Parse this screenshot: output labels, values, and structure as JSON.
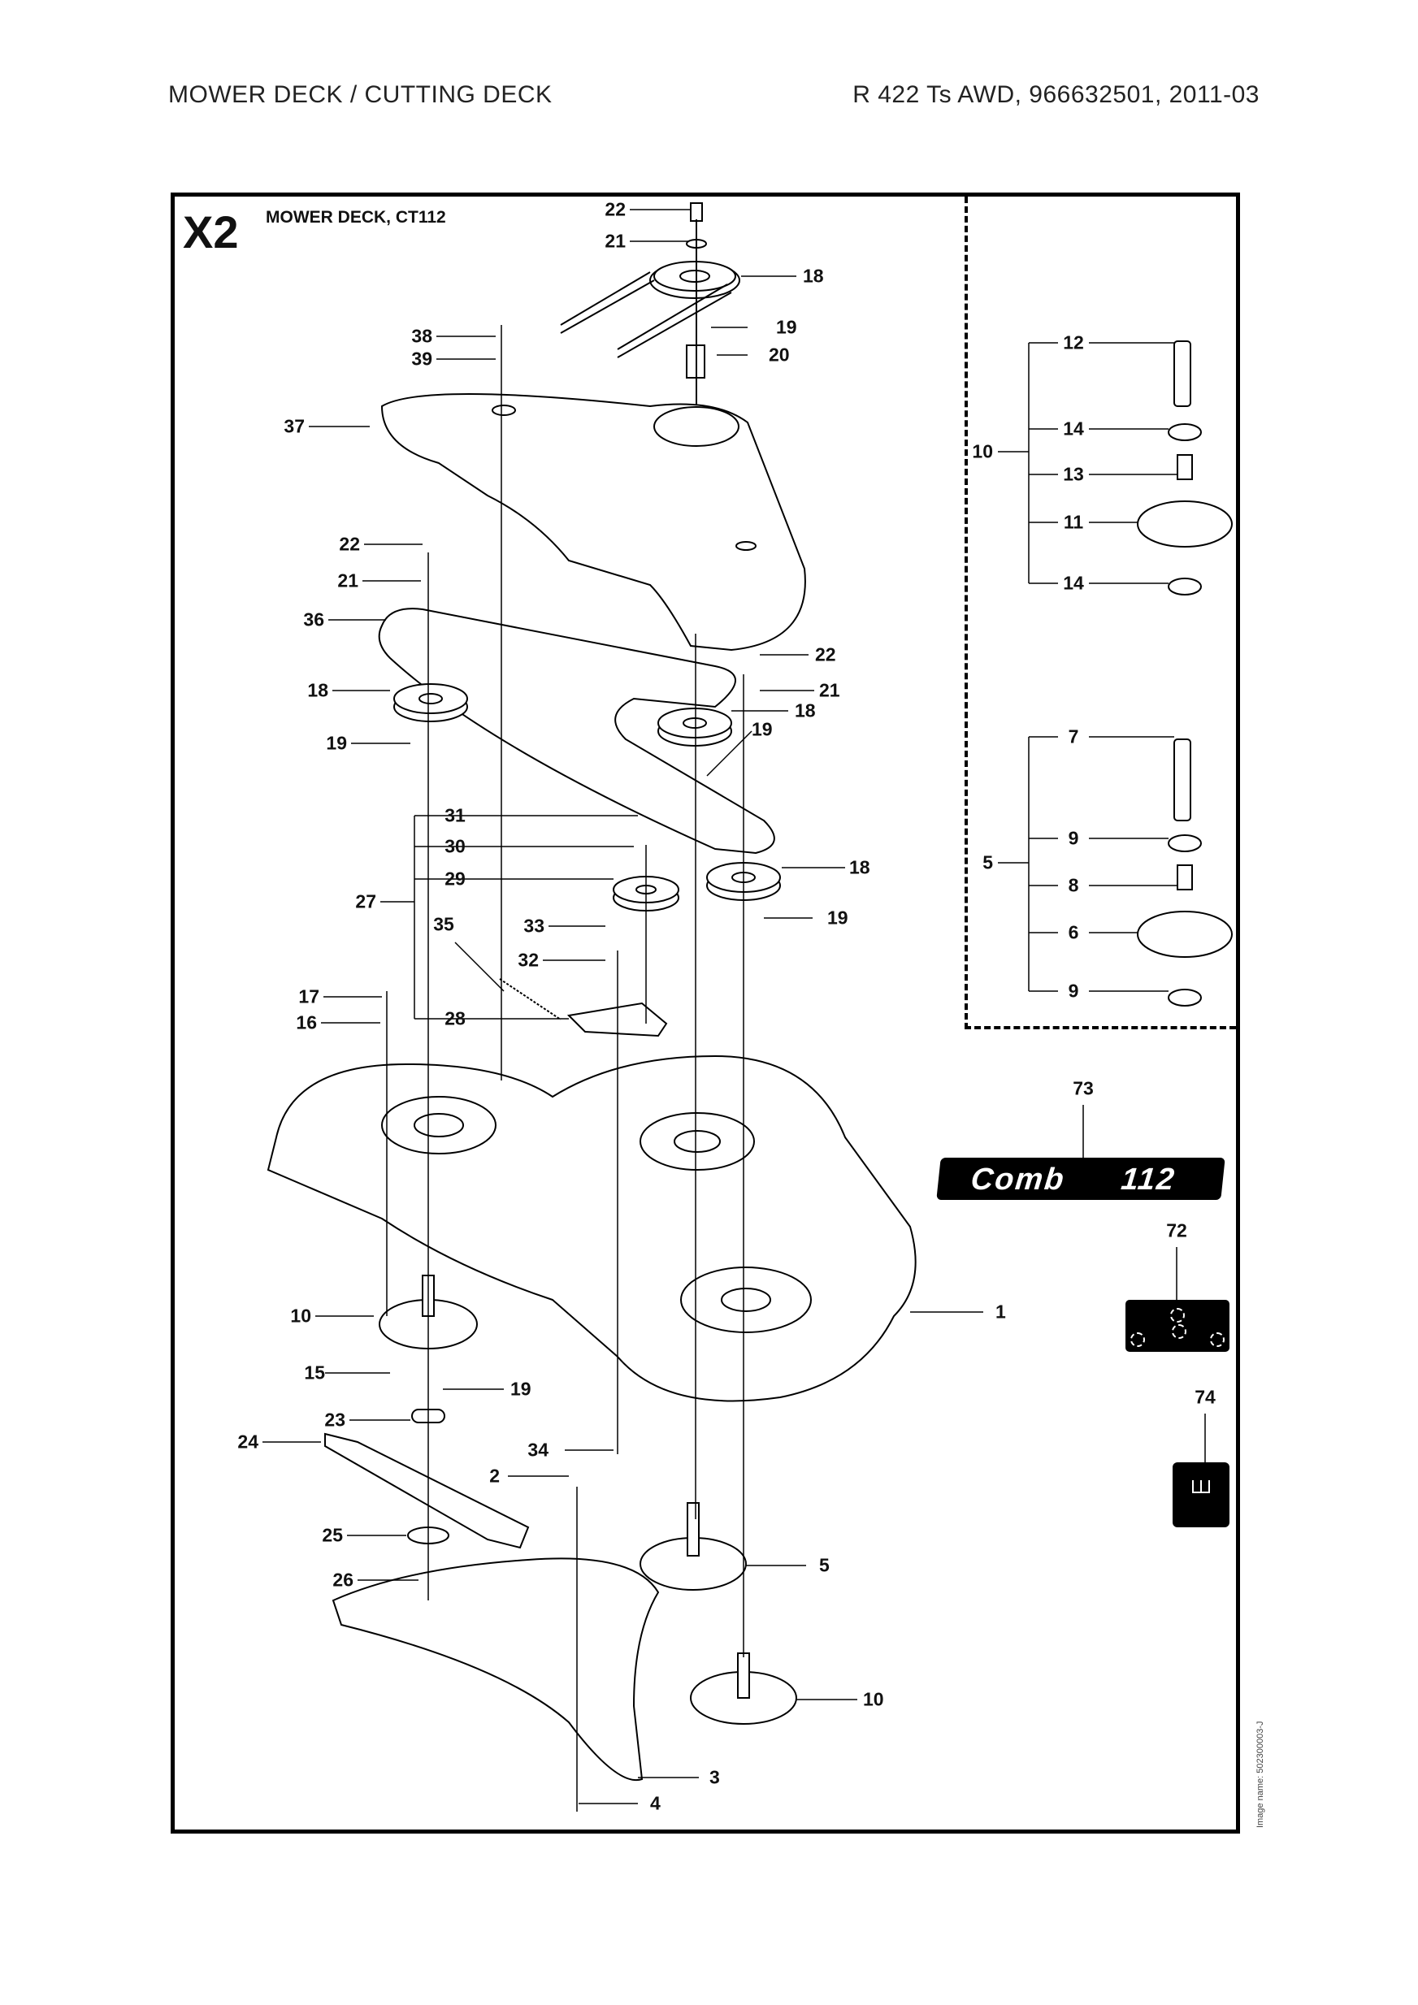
{
  "header": {
    "left_title": "MOWER DECK / CUTTING DECK",
    "right_title": "R 422 Ts AWD, 966632501, 2011-03"
  },
  "section": {
    "code": "X2",
    "title": "MOWER DECK, CT112"
  },
  "callouts": [
    {
      "id": "c22a",
      "label": "22"
    },
    {
      "id": "c21a",
      "label": "21"
    },
    {
      "id": "c18a",
      "label": "18"
    },
    {
      "id": "c19a",
      "label": "19"
    },
    {
      "id": "c20",
      "label": "20"
    },
    {
      "id": "c38",
      "label": "38"
    },
    {
      "id": "c39",
      "label": "39"
    },
    {
      "id": "c37",
      "label": "37"
    },
    {
      "id": "c22b",
      "label": "22"
    },
    {
      "id": "c21b",
      "label": "21"
    },
    {
      "id": "c36",
      "label": "36"
    },
    {
      "id": "c18b",
      "label": "18"
    },
    {
      "id": "c19b",
      "label": "19"
    },
    {
      "id": "c22c",
      "label": "22"
    },
    {
      "id": "c21c",
      "label": "21"
    },
    {
      "id": "c18c",
      "label": "18"
    },
    {
      "id": "c19c",
      "label": "19"
    },
    {
      "id": "c31",
      "label": "31"
    },
    {
      "id": "c30",
      "label": "30"
    },
    {
      "id": "c29",
      "label": "29"
    },
    {
      "id": "c27",
      "label": "27"
    },
    {
      "id": "c35",
      "label": "35"
    },
    {
      "id": "c33",
      "label": "33"
    },
    {
      "id": "c32",
      "label": "32"
    },
    {
      "id": "c17",
      "label": "17"
    },
    {
      "id": "c16",
      "label": "16"
    },
    {
      "id": "c28",
      "label": "28"
    },
    {
      "id": "c18d",
      "label": "18"
    },
    {
      "id": "c19d",
      "label": "19"
    },
    {
      "id": "c10a",
      "label": "10"
    },
    {
      "id": "c15",
      "label": "15"
    },
    {
      "id": "c19e",
      "label": "19"
    },
    {
      "id": "c23",
      "label": "23"
    },
    {
      "id": "c24",
      "label": "24"
    },
    {
      "id": "c34",
      "label": "34"
    },
    {
      "id": "c2",
      "label": "2"
    },
    {
      "id": "c25",
      "label": "25"
    },
    {
      "id": "c26",
      "label": "26"
    },
    {
      "id": "c1",
      "label": "1"
    },
    {
      "id": "c5a",
      "label": "5"
    },
    {
      "id": "c10b",
      "label": "10"
    },
    {
      "id": "c3",
      "label": "3"
    },
    {
      "id": "c4",
      "label": "4"
    },
    {
      "id": "c73",
      "label": "73"
    },
    {
      "id": "c72",
      "label": "72"
    },
    {
      "id": "c74",
      "label": "74"
    }
  ],
  "kits": [
    {
      "label": "10",
      "items": [
        "12",
        "14",
        "13",
        "11",
        "14"
      ]
    },
    {
      "label": "5",
      "items": [
        "7",
        "9",
        "8",
        "6",
        "9"
      ]
    }
  ],
  "decal_73": {
    "left_text": "Comb",
    "right_text": "112"
  },
  "image_name": "Image name: 502300003-J"
}
